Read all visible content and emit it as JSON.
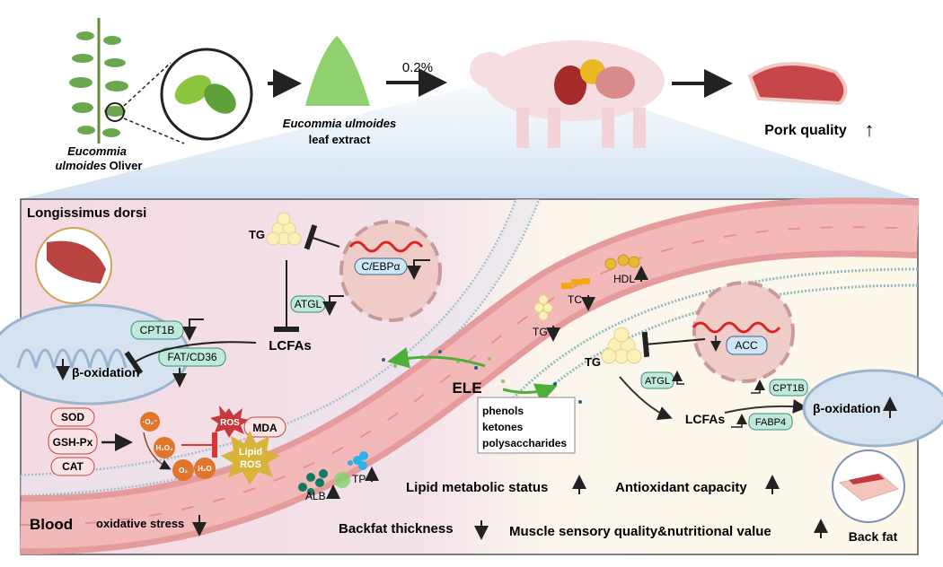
{
  "top": {
    "plant_label_1": "Eucommia",
    "plant_label_2": "ulmoides",
    "plant_label_3": "Oliver",
    "extract_label_1": "Eucommia ulmoides",
    "extract_label_2": "leaf extract",
    "dose": "0.2%",
    "outcome": "Pork quality",
    "outcome_arrow": "↑"
  },
  "left_panel": {
    "title": "Longissimus dorsi",
    "tg": "TG",
    "cebpa": "C/EBPα",
    "atgl": "ATGL",
    "lcfas": "LCFAs",
    "cpt1b": "CPT1B",
    "fat_cd36": "FAT/CD36",
    "beta_oxidation": "β-oxidation",
    "sod": "SOD",
    "gsh_px": "GSH-Px",
    "cat": "CAT",
    "superoxide": "·O₂⁻",
    "h2o2": "H₂O₂",
    "o2": "O₂",
    "h2o": "H₂O",
    "ros": "ROS",
    "mda": "MDA",
    "lipid_ros_1": "Lipid",
    "lipid_ros_2": "ROS",
    "alb": "ALB",
    "tp": "TP",
    "blood": "Blood",
    "oxidative_stress": "oxidative stress"
  },
  "center": {
    "ele": "ELE",
    "components": [
      "phenols",
      "ketones",
      "polysaccharides"
    ],
    "tc": "TC",
    "hdl": "HDL",
    "tg": "TG"
  },
  "right_panel": {
    "tg": "TG",
    "acc": "ACC",
    "atgl": "ATGL",
    "lcfas": "LCFAs",
    "cpt1b": "CPT1B",
    "fabp4": "FABP4",
    "beta_oxidation": "β-oxidation",
    "back_fat": "Back fat"
  },
  "outcomes": {
    "lipid_metabolic": "Lipid metabolic status",
    "antioxidant": "Antioxidant capacity",
    "backfat": "Backfat thickness",
    "muscle": "Muscle sensory quality&nutritional value"
  },
  "colors": {
    "left_bg": "#f6dfe5",
    "right_bg": "#fdf8ea",
    "vessel": "#eeaaa9",
    "teal_box": "#bfe9dc",
    "blue_box": "#cfe6f8",
    "arrow_green": "#4caf3c"
  }
}
